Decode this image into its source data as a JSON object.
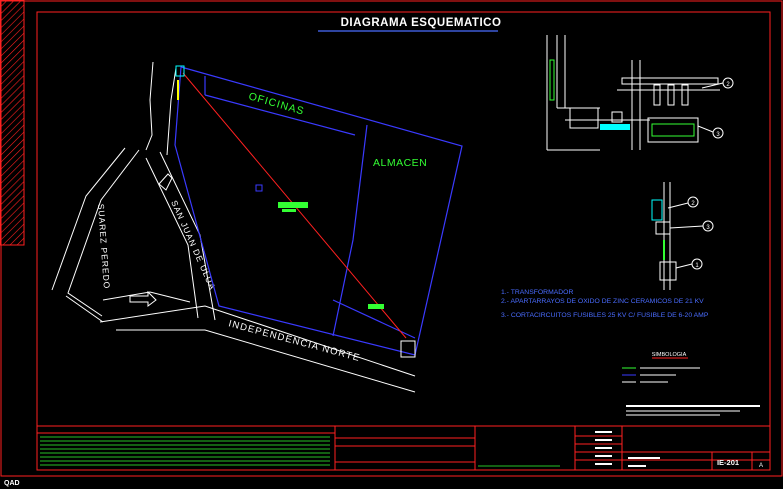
{
  "title": "DIAGRAMA  ESQUEMATICO",
  "streets": {
    "suarez_peredo": "SUAREZ PEREDO",
    "san_juan_de_ulua": "SAN JUAN DE ULUA",
    "independencia_norte": "INDEPENDENCIA NORTE"
  },
  "areas": {
    "oficinas": "OFICINAS",
    "almacen": "ALMACEN"
  },
  "notes": [
    "1.- TRANSFORMADOR",
    "2.- APARTARRAYOS DE OXIDO DE ZINC CERAMICOS DE 21 KV",
    "3.- CORTACIRCUITOS FUSIBLES 25 KV C/ FUSIBLE DE 6-20 AMP"
  ],
  "callouts": [
    "2",
    "3",
    "2",
    "3",
    "1"
  ],
  "symbology_title": "SIMBOLOGIA",
  "corner_label": "QAD",
  "title_block": {
    "sheet": "IE-201",
    "rev": "A"
  },
  "colors": {
    "frame": "#ff2020",
    "lines": "#ffffff",
    "boundary": "#3a3aff",
    "accent_green": "#33ff33",
    "accent_yellow": "#ffff00",
    "accent_cyan": "#00ffff",
    "title_blue": "#4a6cff"
  }
}
